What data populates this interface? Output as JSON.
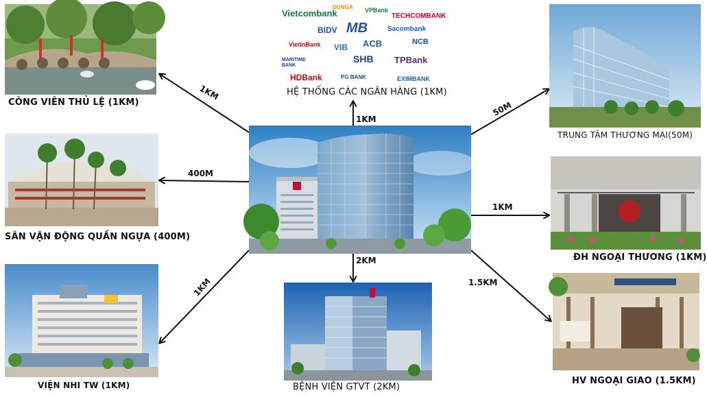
{
  "center": {
    "logo_color": "#c8102e"
  },
  "banks": {
    "items": [
      {
        "name": "Vietcombank",
        "color": "#0a7d3b"
      },
      {
        "name": "DONGA",
        "color": "#f08a00"
      },
      {
        "name": "VPBank",
        "color": "#0b8a3a"
      },
      {
        "name": "TECHCOMBANK",
        "color": "#d0021b"
      },
      {
        "name": "BIDV",
        "color": "#1d4f9e"
      },
      {
        "name": "MB",
        "color": "#2250a4"
      },
      {
        "name": "Sacombank",
        "color": "#1f5fbf"
      },
      {
        "name": "VietinBank",
        "color": "#d0021b"
      },
      {
        "name": "VIB",
        "color": "#1a73c8"
      },
      {
        "name": "ACB",
        "color": "#1e5bb8"
      },
      {
        "name": "NCB",
        "color": "#1a4a9a"
      },
      {
        "name": "MARITIME BANK",
        "color": "#1c3f8f"
      },
      {
        "name": "SHB",
        "color": "#1f3e8c"
      },
      {
        "name": "TPBank",
        "color": "#5a2a82"
      },
      {
        "name": "HDBank",
        "color": "#d0021b"
      },
      {
        "name": "PG BANK",
        "color": "#1d4f9e"
      },
      {
        "name": "EXIMBANK",
        "color": "#1a5fa8"
      }
    ]
  },
  "locations": {
    "park": {
      "caption": "CÔNG VIÊN THỦ LỆ (1KM)",
      "distance": "1KM"
    },
    "banks": {
      "caption": "HỆ THỐNG CÁC NGÂN HÀNG (1KM)",
      "distance": "1KM"
    },
    "mall": {
      "caption": "TRUNG TÂM THƯƠNG MẠI(50M)",
      "distance": "50M"
    },
    "stadium": {
      "caption": "SÂN VẬN ĐỘNG QUẦN NGỰA (400M)",
      "distance": "400M"
    },
    "ftu": {
      "caption": "ĐH NGOẠI THƯƠNG (1KM)",
      "distance": "1KM"
    },
    "children_hospital": {
      "caption": "VIỆN NHI TW (1KM)",
      "distance": "1KM"
    },
    "transport_hospital": {
      "caption": "BỆNH VIỆN GTVT (2KM)",
      "distance": "2KM"
    },
    "diplomatic_academy": {
      "caption": "HV NGOẠI GIAO (1.5KM)",
      "distance": "1.5KM"
    }
  }
}
